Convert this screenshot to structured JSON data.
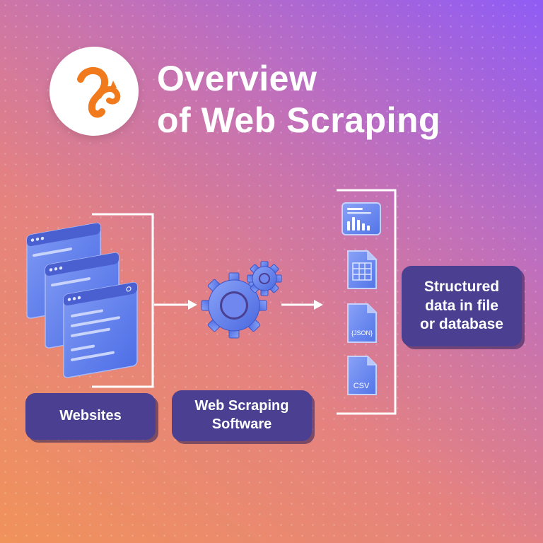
{
  "title": {
    "line1": "Overview",
    "line2": "of Web Scraping"
  },
  "logo": {
    "icon": "squirrel-icon",
    "color": "#f07a1c"
  },
  "labels": {
    "websites": "Websites",
    "software": "Web Scraping\nSoftware",
    "output": "Structured\ndata in file\nor database"
  },
  "files": [
    {
      "icon": "dashboard-file-icon",
      "text": ""
    },
    {
      "icon": "spreadsheet-file-icon",
      "text": ""
    },
    {
      "icon": "json-file-icon",
      "text": "{JSON}"
    },
    {
      "icon": "csv-file-icon",
      "text": "CSV"
    }
  ],
  "colors": {
    "box_fill": "#4a3f91",
    "icon_blue": "#5b7fec",
    "icon_light": "#8fa6f6",
    "bg_violet": "#8f5cf5",
    "bg_orange": "#f0925a"
  }
}
